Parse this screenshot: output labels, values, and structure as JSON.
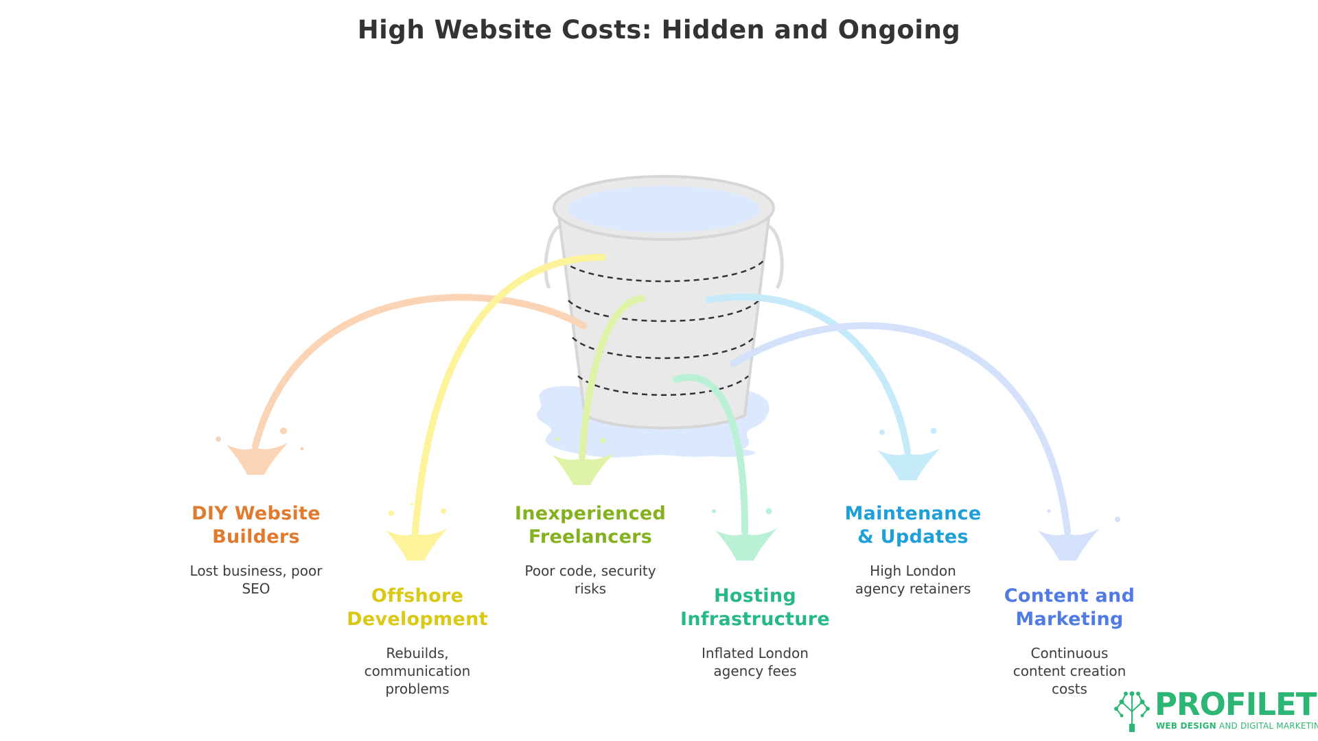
{
  "title": "High Website Costs: Hidden and Ongoing",
  "colors": {
    "bucket": "#e9e9e9",
    "bucket_outline": "#d6d6d6",
    "water": "#dbe8fd",
    "puddle": "#dbe8fd"
  },
  "items": [
    {
      "heading_lines": [
        "DIY Website",
        "Builders"
      ],
      "description_lines": [
        "Lost business, poor",
        "SEO"
      ],
      "color": "#e07a2e",
      "stream_color": "#fbd4b6"
    },
    {
      "heading_lines": [
        "Offshore",
        "Development"
      ],
      "description_lines": [
        "Rebuilds,",
        "communication",
        "problems"
      ],
      "color": "#d9c814",
      "stream_color": "#fdf39a"
    },
    {
      "heading_lines": [
        "Inexperienced",
        "Freelancers"
      ],
      "description_lines": [
        "Poor code, security",
        "risks"
      ],
      "color": "#84b21f",
      "stream_color": "#dff3a8"
    },
    {
      "heading_lines": [
        "Hosting",
        "Infrastructure"
      ],
      "description_lines": [
        "Inflated London",
        "agency fees"
      ],
      "color": "#27b88a",
      "stream_color": "#b9f0d6"
    },
    {
      "heading_lines": [
        "Maintenance",
        "& Updates"
      ],
      "description_lines": [
        "High London",
        "agency retainers"
      ],
      "color": "#1e9fd8",
      "stream_color": "#c5ebfb"
    },
    {
      "heading_lines": [
        "Content and",
        "Marketing"
      ],
      "description_lines": [
        "Continuous",
        "content creation",
        "costs"
      ],
      "color": "#4f7be3",
      "stream_color": "#d3e1fb"
    }
  ],
  "logo": {
    "brand": "PROFILETREE",
    "tagline_bold": "WEB DESIGN",
    "tagline_rest": "AND DIGITAL MARKETING",
    "color": "#2bb673",
    "icon": "tree-network-icon"
  }
}
